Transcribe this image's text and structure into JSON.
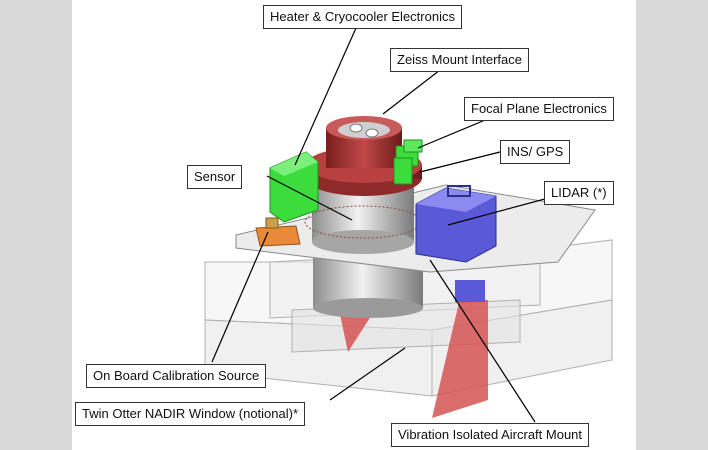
{
  "labels": {
    "heater": "Heater & Cryocooler Electronics",
    "zeiss": "Zeiss Mount Interface",
    "focal": "Focal Plane Electronics",
    "ins": "INS/ GPS",
    "sensor": "Sensor",
    "lidar": "LIDAR (*)",
    "calibration": "On Board Calibration Source",
    "window": "Twin Otter NADIR Window (notional)*",
    "mount": "Vibration Isolated Aircraft Mount"
  },
  "colors": {
    "background": "#d9d9d9",
    "panel": "#ffffff",
    "zeiss_mount": "#a83a3a",
    "electronics": "#3ddc3d",
    "lidar": "#5a5ad8",
    "calibration": "#e98a3a",
    "isolator_legs": "#d65454"
  }
}
